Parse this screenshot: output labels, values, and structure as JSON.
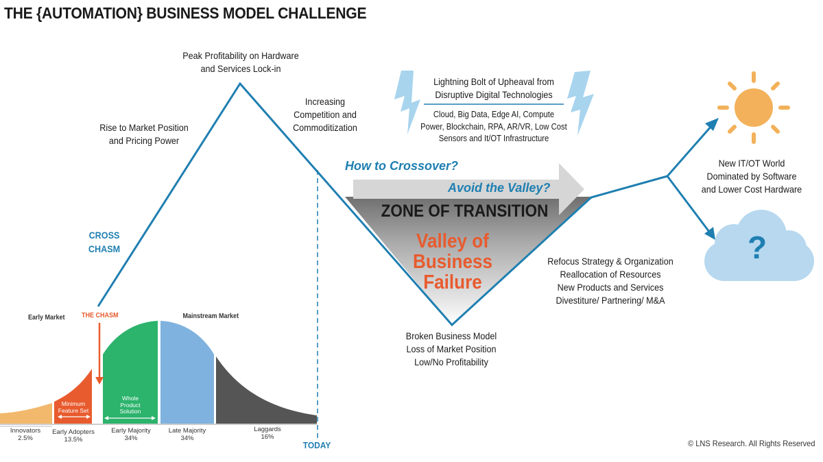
{
  "title": "THE {AUTOMATION} BUSINESS MODEL CHALLENGE",
  "labels": {
    "peak": [
      "Peak Profitability on Hardware",
      "and Services Lock-in"
    ],
    "rise": [
      "Rise to Market Position",
      "and Pricing Power"
    ],
    "competition": [
      "Increasing",
      "Competition and",
      "Commoditization"
    ],
    "lightning_title": [
      "Lightning Bolt of Upheaval from",
      "Disruptive Digital Technologies"
    ],
    "lightning_list": [
      "Cloud, Big Data, Edge AI, Compute",
      "Power, Blockchain, RPA, AR/VR, Low Cost",
      "Sensors and It/OT Infrastructure"
    ],
    "cross_chasm": [
      "CROSS",
      "CHASM"
    ],
    "how_to_crossover": "How to Crossover?",
    "avoid_valley": "Avoid the Valley?",
    "zone": "ZONE OF TRANSITION",
    "valley": [
      "Valley of",
      "Business",
      "Failure"
    ],
    "broken": [
      "Broken Business Model",
      "Loss of Market Position",
      "Low/No Profitability"
    ],
    "refocus": [
      "Refocus Strategy & Organization",
      "Reallocation of Resources",
      "New Products and Services",
      "Divestiture/ Partnering/ M&A"
    ],
    "new_world": [
      "New IT/OT World",
      "Dominated by Software",
      "and Lower Cost Hardware"
    ],
    "today": "TODAY",
    "copyright": "© LNS Research. All Rights Reserved",
    "question_mark": "?"
  },
  "adoption": {
    "early_market": "Early Market",
    "the_chasm": "THE CHASM",
    "mainstream_market": "Mainstream Market",
    "minimum_feature_set": [
      "Minimum",
      "Feature Set"
    ],
    "whole_product": [
      "Whole",
      "Product",
      "Solution"
    ],
    "segments": [
      {
        "name": "Innovators",
        "pct": "2.5%",
        "color": "#f2b86b"
      },
      {
        "name": "Early Adopters",
        "pct": "13.5%",
        "color": "#e85b2e"
      },
      {
        "name": "Early Majority",
        "pct": "34%",
        "color": "#2cb36c"
      },
      {
        "name": "Late Majority",
        "pct": "34%",
        "color": "#7fb2de"
      },
      {
        "name": "Laggards",
        "pct": "16%",
        "color": "#555555"
      }
    ]
  },
  "icons": [
    "sun-icon",
    "cloud-icon",
    "lightning-icon"
  ],
  "colors": {
    "line": "#1f7fb1",
    "accent": "#e85b2e",
    "lightning": "#a8d4ee",
    "sun": "#f2b15a",
    "cloud": "#b7d8ef"
  }
}
